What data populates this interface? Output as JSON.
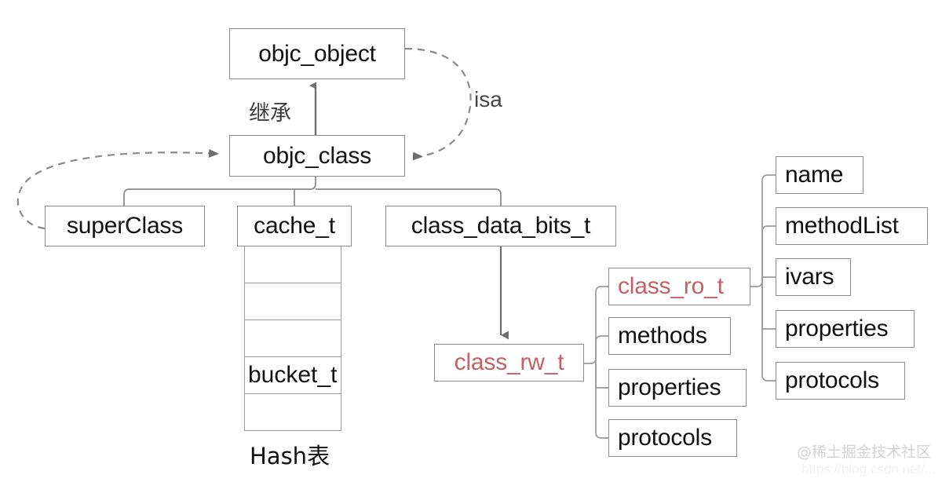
{
  "diagram": {
    "title": "objc_class structure diagram",
    "colors": {
      "stroke": "#8c8c8c",
      "text": "#111111",
      "accent_red": "#c45f63",
      "background": "#ffffff",
      "watermark": "#d3d3d8"
    },
    "nodes": {
      "objc_object": "objc_object",
      "objc_class": "objc_class",
      "superclass": "superClass",
      "cache_t": "cache_t",
      "class_data_bits_t": "class_data_bits_t",
      "class_rw_t": "class_rw_t",
      "class_ro_t": "class_ro_t",
      "rw_methods": "methods",
      "rw_properties": "properties",
      "rw_protocols": "protocols",
      "ro_name": "name",
      "ro_methodlist": "methodList",
      "ro_ivars": "ivars",
      "ro_properties": "properties",
      "ro_protocols": "protocols",
      "bucket_t": "bucket_t"
    },
    "labels": {
      "inheritance": "继承",
      "isa": "isa",
      "hash_table": "Hash表"
    },
    "hash_cells": [
      "",
      "",
      "",
      "bucket_t",
      ""
    ],
    "watermark": {
      "handle": "@稀土掘金技术社区",
      "url": "https://blog.csdn.net/..."
    }
  }
}
